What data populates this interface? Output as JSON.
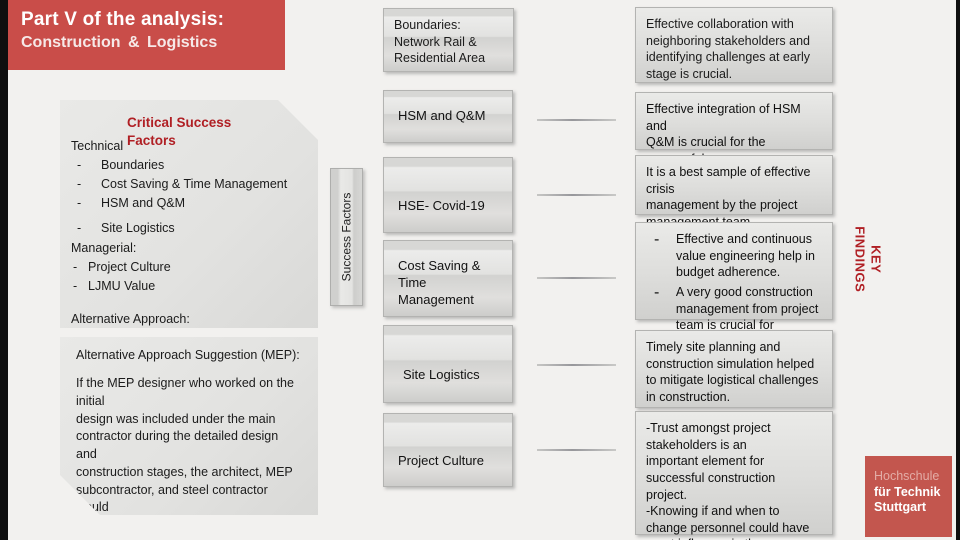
{
  "colors": {
    "accent_red": "#c94d49",
    "heading_red": "#b01f24",
    "logo_red": "#c3564e",
    "box_gray": "#dddddb",
    "background": "#f2f1ef"
  },
  "bullet_char": "-",
  "header": {
    "title": "Part V of the analysis:",
    "subtitle": "Construction &  Logistics"
  },
  "boundaries_box": {
    "text": "Boundaries:\nNetwork Rail &\nResidential Area"
  },
  "collaboration_box": {
    "text": "Effective collaboration with\nneighboring stakeholders and\nidentifying challenges at early\nstage  is crucial."
  },
  "critical_success": {
    "heading": "Critical Success\nFactors",
    "technical_label": "Technical",
    "technical_items": [
      "Boundaries",
      "Cost Saving & Time Management",
      "HSM and Q&M",
      "Site Logistics"
    ],
    "managerial_label": "Managerial:",
    "managerial_items": [
      "Project Culture",
      "LJMU Value"
    ],
    "alternative_label": "Alternative Approach:",
    "alternative_items": [
      "MEP"
    ]
  },
  "success_factors_label": "Success Factors",
  "factor_boxes": [
    "HSM and Q&M",
    "HSE- Covid-19",
    "Cost Saving & Time Management",
    "Site Logistics",
    "Project Culture"
  ],
  "key_findings_label": "KEY\nFINDINGS",
  "findings": [
    {
      "text": "Effective integration of HSM and\nQ&M is crucial for the successful\ncompletion of project."
    },
    {
      "text": "It is a best sample of effective crisis\nmanagement by the project\nmanagement team."
    },
    {
      "items": [
        "Effective and continuous\nvalue  engineering help in\nbudget  adherence.",
        "A very good construction\nmanagement from project\nteam is crucial for success"
      ]
    },
    {
      "text": "Timely site planning and\nconstruction simulation helped\nto  mitigate logistical challenges\nin  construction."
    },
    {
      "text": "-Trust amongst project\nstakeholders is an\nimportant  element for\nsuccessful  construction\nproject.\n-Knowing if and when to\nchange  personnel could have\ngreat  influence in the success"
    }
  ],
  "alternative_box": {
    "heading": "Alternative Approach Suggestion (MEP):",
    "body": "If the MEP designer who worked on the initial\ndesign was included under the main\ncontractor during the detailed design and\nconstruction stages, the architect, MEP\nsubcontractor, and steel contractor would\nhave coordinated better."
  },
  "logo": {
    "line1": "Hochschule",
    "line2": "für Technik",
    "line3": "Stuttgart"
  }
}
